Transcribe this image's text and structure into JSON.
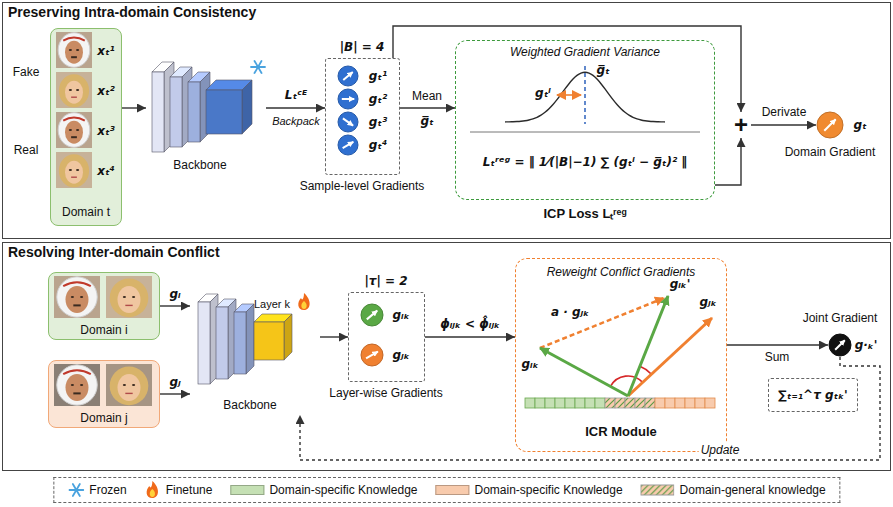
{
  "diagram": {
    "nodes": [
      {
        "text": [
          "Preserving Intra-domain Consistency"
        ]
      },
      {
        "text": [
          "Domain t"
        ],
        "in": 0
      },
      {
        "text": [
          "Backbone"
        ],
        "in": 0
      },
      {
        "text": [
          "|B| = 4",
          "Sample-level Gradients"
        ],
        "in": 0
      },
      {
        "text": [
          "Weighted Gradient Variance",
          "Lₜʳᵉᵍ = ‖ 1⁄(|B|−1) ∑ (gₜⁱ − g̅ₜ)² ‖",
          "ICP Loss Lₜʳᵉᵍ"
        ],
        "in": 0
      },
      {
        "text": [
          "+"
        ],
        "in": 0
      },
      {
        "text": [
          "gₜ",
          "Domain Gradient"
        ],
        "in": 0
      },
      {
        "text": [
          "Resolving Inter-domain Conflict"
        ]
      },
      {
        "text": [
          "Domain i"
        ],
        "in": 7
      },
      {
        "text": [
          "Domain j"
        ],
        "in": 7
      },
      {
        "text": [
          "Backbone",
          "Layer k"
        ],
        "in": 7
      },
      {
        "text": [
          "|τ| = 2",
          "Layer-wise Gradients"
        ],
        "in": 7
      },
      {
        "text": [
          "Reweight Conflict Gradients",
          "ICR Module"
        ],
        "in": 7
      },
      {
        "text": [
          "Joint Gradient",
          "g·ₖ'"
        ],
        "in": 7
      },
      {
        "text": [
          "∑ₜ₌₁^τ gₜₖ'"
        ],
        "in": 7
      }
    ],
    "edges": [
      {
        "from": 1,
        "to": 2,
        "arrow": "to"
      },
      {
        "from": 2,
        "to": 3,
        "label": "Lₜᶜᴱ",
        "arrow": "to"
      },
      {
        "from": 3,
        "to": 4,
        "label": "Mean",
        "arrow": "to"
      },
      {
        "from": 3,
        "to": 5,
        "arrow": "to"
      },
      {
        "from": 4,
        "to": 5,
        "arrow": "to"
      },
      {
        "from": 5,
        "to": 6,
        "label": "Derivate",
        "arrow": "to"
      },
      {
        "from": 8,
        "to": 10,
        "label": "gᵢ",
        "arrow": "to"
      },
      {
        "from": 9,
        "to": 10,
        "label": "gⱼ",
        "arrow": "to"
      },
      {
        "from": 10,
        "to": 11,
        "arrow": "to"
      },
      {
        "from": 11,
        "to": 12,
        "label": "ϕᵢⱼₖ < ϕ̂ᵢⱼₖ",
        "arrow": "to"
      },
      {
        "from": 12,
        "to": 13,
        "label": "Sum",
        "arrow": "to"
      },
      {
        "from": 13,
        "to": 10,
        "label": "Update",
        "arrow": "to"
      }
    ],
    "labels": [
      "Fake",
      "Real",
      "xₜ¹",
      "xₜ²",
      "xₜ³",
      "xₜ⁴",
      "Backpack",
      "gₜ¹",
      "gₜ²",
      "gₜ³",
      "gₜ⁴",
      "g̅ₜ",
      "g̅ₜ",
      "gₜⁱ",
      "gᵢₖ",
      "gⱼₖ",
      "gᵢₖ'",
      "a · gⱼₖ",
      "gᵢₖ",
      "gⱼₖ"
    ],
    "legend": [
      {
        "text": "Frozen"
      },
      {
        "text": "Finetune"
      },
      {
        "text": "Domain-specific Knowledge",
        "color": "#c5e0b4"
      },
      {
        "text": "Domain-specific Knowledge",
        "color": "#f8cbad"
      },
      {
        "text": "Domain-general knowledge"
      }
    ]
  }
}
